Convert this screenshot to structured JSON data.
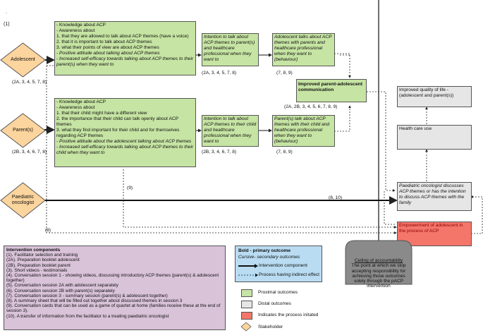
{
  "top_mark": ".",
  "figure_label": "(1)",
  "stakeholders": {
    "adolescent": "Adolescent",
    "parents": "Parent(s)",
    "oncologist": "Paediatric oncologist"
  },
  "citations": {
    "adolescent": "(2A, 3, 4, 5, 7, 8)",
    "parents": "(2B, 3, 4, 6, 7, 8)",
    "adol_intention": "(2A, 3, 4, 5, 7, 8)",
    "adol_behaviour": "(7, 8, 9)",
    "parent_intention": "(2B, 3, 4, 6, 7, 8)",
    "parent_behaviour": "(7, 8, 9)",
    "communication": "(2A, 2B, 3, 4, 5, 6, 7, 8, 9)",
    "nine_a": "(9)",
    "nine_b": "(9)",
    "eight_ten": "(8, 10)"
  },
  "adolescent_knowledge": [
    {
      "text": "- Knowledge about ACP",
      "italic": false
    },
    {
      "text": "- Awareness about",
      "italic": false
    },
    {
      "text": "  1. that they are allowed to talk about ACP themes (have a voice)",
      "italic": false
    },
    {
      "text": "  2. that it is important to talk about ACP themes",
      "italic": false
    },
    {
      "text": "  3. what their points of view are about ACP themes",
      "italic": false
    },
    {
      "text": "- Positive attitude about talking about ACP themes",
      "italic": true
    },
    {
      "text": "- Increased self-efficacy towards talking about ACP themes to their parent(s) when they want to",
      "italic": true
    }
  ],
  "parent_knowledge": [
    {
      "text": "- Knowledge about ACP",
      "italic": false
    },
    {
      "text": "- Awareness about",
      "italic": false
    },
    {
      "text": "  1. that their child might have a different view",
      "italic": false
    },
    {
      "text": "  2. the importance that their child can talk openly about ACP themes",
      "italic": false
    },
    {
      "text": "  3. what they find important for their child and for themselves regarding ACP themes",
      "italic": false
    },
    {
      "text": "- Positive attitude about the adolescent talking about ACP themes",
      "italic": true
    },
    {
      "text": "- Increased self-efficacy towards talking about ACP themes to their child when they want to",
      "italic": true
    }
  ],
  "adol_intention": "Intention to talk about ACP themes to parent(s) and healthcare professional when they want to",
  "adol_behaviour": "Adolescent talks about ACP themes with parents and healthcare professional when they want to (behaviour)",
  "parent_intention": "Intention to talk about ACP themes to their child and healthcare professional when they want to",
  "parent_behaviour": "Parent(s) talk about ACP themes with their child and healthcare professional when they want to (behaviour)",
  "communication": "Improved parent-adolescent communication",
  "quality_of_life": "Improved quality of life - (adolescent and parent(s))",
  "health_care_use": "Health care use",
  "oncologist_discusses": "Paediatric oncologist discusses ACP themes or has the intention to discuss ACP themes with the family",
  "empowerment": "Empowerment of adolescent in the process of ACP",
  "intervention": {
    "title": "Intervention components",
    "items": [
      "(1). Facilitator selection and training",
      "(2A). Preparation booklet adolescent",
      "(2B). Preparation booklet parent",
      "(3). Short videos - testimonials",
      "(4). Conversation session 1 - showing videos, discussing introductory ACP themes (parent(s) & adolescent together)",
      "(5). Conversation session 2A with adolescent separately",
      "(6). Conversation session 2B with parent(s) separately",
      "(7). Conversation session 3 - summary session (parent(s) & adolescent together)",
      "(8). A summary sheet that will be filled out together about discussed themes in session 3",
      "(9). Conversation cards that can be used as a game of quartet at home (families receive these at the end of session 3).",
      "(10). A transfer of information from the facilitator to a treating paediatric oncologist"
    ]
  },
  "legend": {
    "bold_primary": "Bold - primary outcome",
    "cursive_secondary": "Cursive- secondary outcomes",
    "intervention_component": "Intervention component",
    "indirect_effect": "Process having indirect effect",
    "proximal": "Proximal outcomes",
    "distal": "Distal outcomes",
    "initiated": "Indicates the process initated",
    "stakeholder": "Stakeholder"
  },
  "ceiling": {
    "title": "Ceiling of accountability",
    "body": "The point at which we stop accepting responsibility for achieving those outcomes solely through the pACP intervention"
  },
  "colors": {
    "green": "#c6e4a3",
    "grey": "#e6e6e6",
    "red": "#f4766b",
    "purple": "#d9c3d9",
    "blue": "#b9dcf2",
    "stakeholder": "#fcd49d",
    "ceiling": "#8a8a8a"
  }
}
